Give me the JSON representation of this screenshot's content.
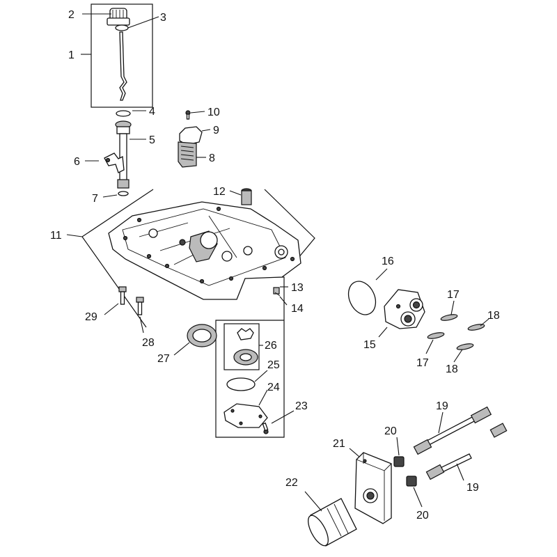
{
  "callouts": [
    {
      "id": "c1",
      "label": "1"
    },
    {
      "id": "c2",
      "label": "2"
    },
    {
      "id": "c3",
      "label": "3"
    },
    {
      "id": "c4",
      "label": "4"
    },
    {
      "id": "c5",
      "label": "5"
    },
    {
      "id": "c6",
      "label": "6"
    },
    {
      "id": "c7",
      "label": "7"
    },
    {
      "id": "c8",
      "label": "8"
    },
    {
      "id": "c9",
      "label": "9"
    },
    {
      "id": "c10",
      "label": "10"
    },
    {
      "id": "c11",
      "label": "11"
    },
    {
      "id": "c12",
      "label": "12"
    },
    {
      "id": "c13",
      "label": "13"
    },
    {
      "id": "c14",
      "label": "14"
    },
    {
      "id": "c15",
      "label": "15"
    },
    {
      "id": "c16",
      "label": "16"
    },
    {
      "id": "c17a",
      "label": "17"
    },
    {
      "id": "c17b",
      "label": "17"
    },
    {
      "id": "c18a",
      "label": "18"
    },
    {
      "id": "c18b",
      "label": "18"
    },
    {
      "id": "c19a",
      "label": "19"
    },
    {
      "id": "c19b",
      "label": "19"
    },
    {
      "id": "c20a",
      "label": "20"
    },
    {
      "id": "c20b",
      "label": "20"
    },
    {
      "id": "c21",
      "label": "21"
    },
    {
      "id": "c22",
      "label": "22"
    },
    {
      "id": "c23",
      "label": "23"
    },
    {
      "id": "c24",
      "label": "24"
    },
    {
      "id": "c25",
      "label": "25"
    },
    {
      "id": "c26",
      "label": "26"
    },
    {
      "id": "c27",
      "label": "27"
    },
    {
      "id": "c28",
      "label": "28"
    },
    {
      "id": "c29",
      "label": "29"
    }
  ]
}
